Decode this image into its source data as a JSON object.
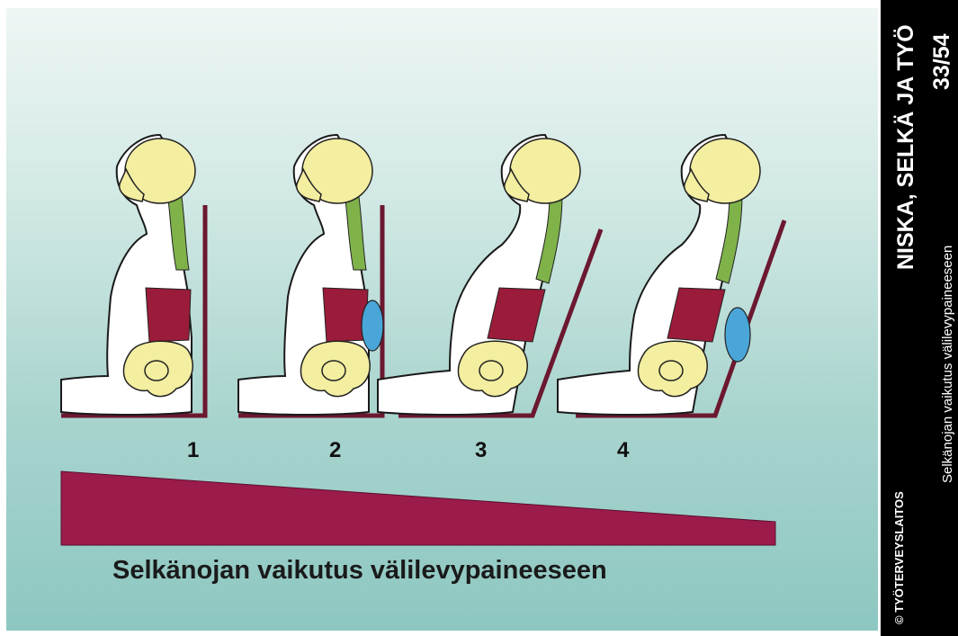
{
  "sidebar": {
    "series_title": "NISKA, SELKÄ JA TYÖ",
    "page_number": "33/54",
    "subtitle": "Selkänojan vaikutus välilevypaineeseen",
    "publisher": "© TYÖTERVEYSLAITOS"
  },
  "figures": [
    {
      "label": "1",
      "lumbar_support": false,
      "backrest": "upright"
    },
    {
      "label": "2",
      "lumbar_support": true,
      "backrest": "upright"
    },
    {
      "label": "3",
      "lumbar_support": false,
      "backrest": "reclined"
    },
    {
      "label": "4",
      "lumbar_support": true,
      "backrest": "reclined"
    }
  ],
  "caption": "Selkänojan vaikutus välilevypaineeseen",
  "colors": {
    "skull_pelvis": "#f3eea0",
    "cervical_thoracic_spine": "#7fb34a",
    "lumbar_spine": "#9b1b3a",
    "lumbar_support": "#4aa6d8",
    "seat_outline": "#6b1830",
    "pressure_wedge": "#9b1b4a",
    "background_top": "#eef6f4",
    "background_bottom": "#8dc7c1"
  }
}
